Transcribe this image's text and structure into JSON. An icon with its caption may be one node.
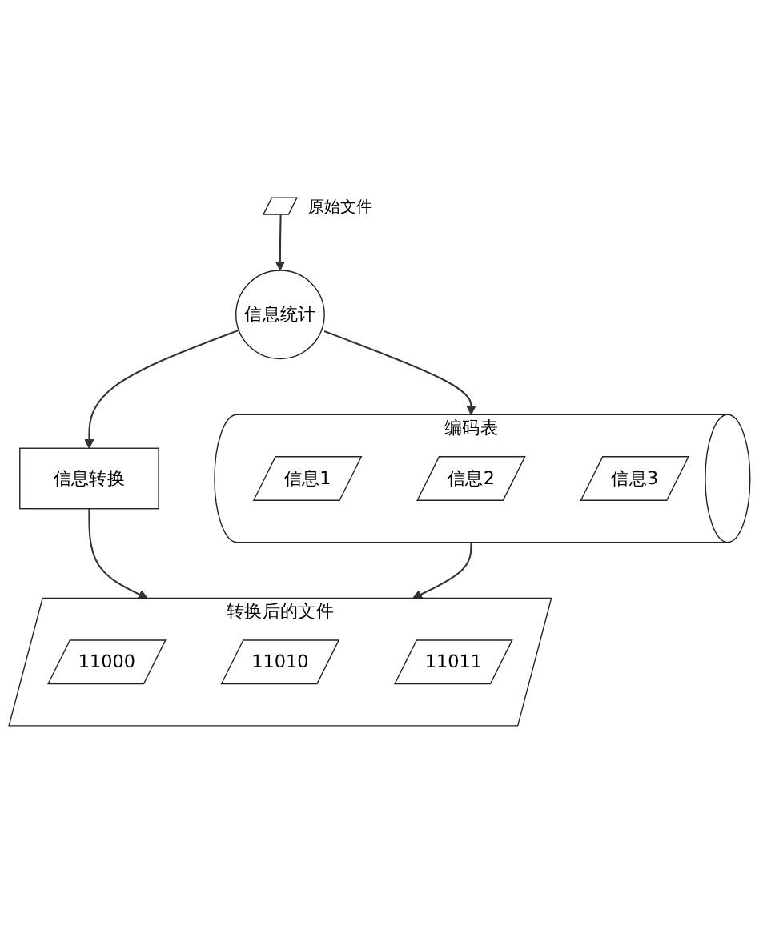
{
  "diagram": {
    "nodes": [
      {
        "text": [],
        "shape": "parallelogram",
        "beside": [
          "原始文件"
        ]
      },
      {
        "text": [
          "信息统计"
        ]
      },
      {
        "text": [],
        "shape": "cylinder",
        "beside": [
          "编码表"
        ]
      },
      {
        "text": [
          "信息1"
        ],
        "in": 2
      },
      {
        "text": [
          "信息2"
        ],
        "in": 2
      },
      {
        "text": [
          "信息3"
        ],
        "in": 2
      },
      {
        "text": [
          "信息转换"
        ]
      },
      {
        "text": [],
        "shape": "parallelogram",
        "beside": [
          "转换后的文件"
        ]
      },
      {
        "text": [
          "11000"
        ],
        "in": 7
      },
      {
        "text": [
          "11010"
        ],
        "in": 7
      },
      {
        "text": [
          "11011"
        ],
        "in": 7
      }
    ],
    "edges": [
      {
        "from": 0,
        "to": 1,
        "arrow": "to"
      },
      {
        "from": 1,
        "to": 2,
        "arrow": "to"
      },
      {
        "from": 1,
        "to": 6,
        "arrow": "to"
      },
      {
        "from": 6,
        "to": 7,
        "arrow": "to"
      },
      {
        "from": 2,
        "to": 7,
        "arrow": "to"
      }
    ]
  }
}
